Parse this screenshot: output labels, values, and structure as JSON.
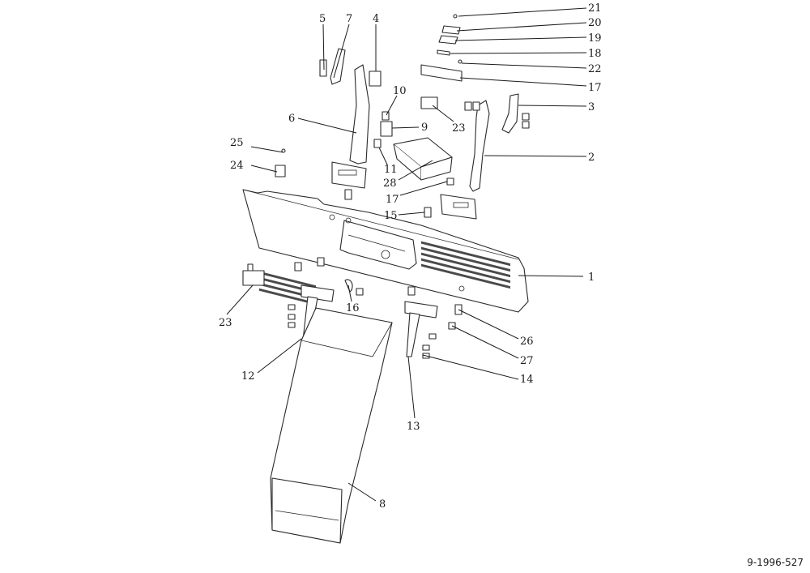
{
  "callouts": [
    "1",
    "2",
    "3",
    "4",
    "5",
    "6",
    "7",
    "8",
    "9",
    "10",
    "11",
    "12",
    "13",
    "14",
    "15",
    "16",
    "17",
    "17",
    "18",
    "19",
    "20",
    "21",
    "22",
    "23",
    "23",
    "24",
    "25",
    "26",
    "27",
    "28"
  ],
  "drawing_number": "9-1996-527"
}
